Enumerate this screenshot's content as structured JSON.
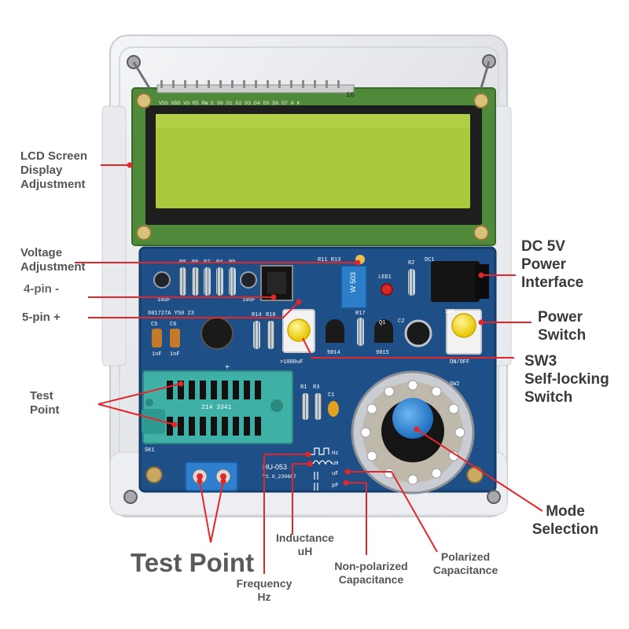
{
  "labels": {
    "lcd_adjust": "LCD Screen\nDisplay\nAdjustment",
    "voltage_adjust": "Voltage\nAdjustment",
    "pin4": "4-pin -",
    "pin5": "5-pin +",
    "test_point_side": "Test\nPoint",
    "test_point_bottom": "Test Point",
    "dc_power": "DC 5V\nPower\nInterface",
    "power_switch": "Power\nSwitch",
    "sw3": "SW3\nSelf-locking\nSwitch",
    "mode_selection": "Mode\nSelection",
    "inductance": "Inductance\nuH",
    "frequency": "Frequency\nHz",
    "non_polarized": "Non-polarized\nCapacitance",
    "polarized": "Polarized\nCapacitance"
  },
  "pcb": {
    "lcd_header": "16",
    "lcd_pins": "VSS VDD VO RS RW E D0 D1 D2 D3 D4 D5 D6 D7 A K",
    "r8": "R8",
    "r6": "R6",
    "r7": "R7",
    "r4": "R4",
    "r5": "R5",
    "r11r13": "R11 R13",
    "r2": "R2",
    "dc1": "DC1",
    "led1": "LED1",
    "pot": "W 503",
    "cap_10uf_a": "10uF",
    "cap_10uf_b": "10uF",
    "chip_code": "601727A  Y50  23",
    "r14": "R14",
    "r16": "R16",
    "r17": "R17",
    "c5": "C5",
    "c6": "C6",
    "c5v": "1nF",
    "c6v": "1nF",
    "s1000": ">1000uF",
    "q9014": "9014",
    "q9015": "9015",
    "q1": "Q1",
    "c2": "C2",
    "sw1": "SW1",
    "on_off": "ON/OFF",
    "r1": "R1",
    "r3": "R3",
    "c1": "C1",
    "sw2": "SW2",
    "zif_plus": "+",
    "zif_code": "214 3341",
    "sk1": "SK1",
    "hz": "Hz",
    "uh": "uH",
    "uf": "uF",
    "pf": "pF",
    "board_name": "HU-053",
    "board_ver": "V1.0_230607"
  },
  "colors": {
    "pcb": "#1e4f86",
    "lcd": "#a9c93a",
    "lcd_board": "#4f8a3a",
    "acrylic": "#e6e8eb",
    "leader": "#e4262b",
    "label": "#555555",
    "knob": "#2f8ad8",
    "zif": "#3fb0a5",
    "button": "#f5e21a"
  }
}
